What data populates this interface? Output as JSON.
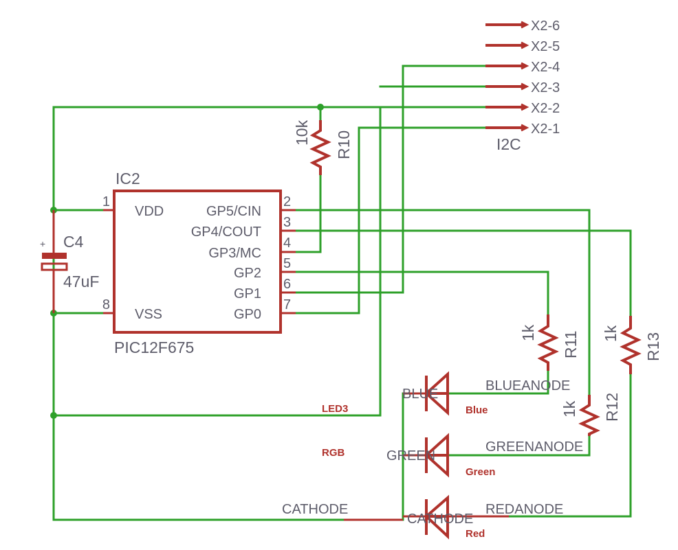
{
  "ic": {
    "name": "IC2",
    "value": "PIC12F675",
    "pins_left": [
      {
        "num": "1",
        "label": "VDD"
      },
      {
        "num": "8",
        "label": "VSS"
      }
    ],
    "pins_right": [
      {
        "num": "2",
        "label": "GP5/CIN"
      },
      {
        "num": "3",
        "label": "GP4/COUT"
      },
      {
        "num": "4",
        "label": "GP3/MC"
      },
      {
        "num": "5",
        "label": "GP2"
      },
      {
        "num": "6",
        "label": "GP1"
      },
      {
        "num": "7",
        "label": "GP0"
      }
    ]
  },
  "capacitor": {
    "name": "C4",
    "value": "47uF",
    "polarity": "+"
  },
  "resistors": [
    {
      "name": "R10",
      "value": "10k"
    },
    {
      "name": "R11",
      "value": "1k"
    },
    {
      "name": "R12",
      "value": "1k"
    },
    {
      "name": "R13",
      "value": "1k"
    }
  ],
  "connector": {
    "name": "I2C",
    "pins": [
      "X2-6",
      "X2-5",
      "X2-4",
      "X2-3",
      "X2-2",
      "X2-1"
    ]
  },
  "led": {
    "name": "LED3",
    "value": "RGB",
    "segments": [
      "BLUE",
      "GREEN",
      "CATHODE"
    ],
    "colors": [
      "Blue",
      "Green",
      "Red"
    ]
  },
  "nets": {
    "blue_anode": "BLUEANODE",
    "green_anode": "GREENANODE",
    "red_anode": "REDANODE",
    "cathode": "CATHODE"
  },
  "colors": {
    "wire": "#2ea02a",
    "part": "#b0322c",
    "text": "#5d5c6a"
  }
}
